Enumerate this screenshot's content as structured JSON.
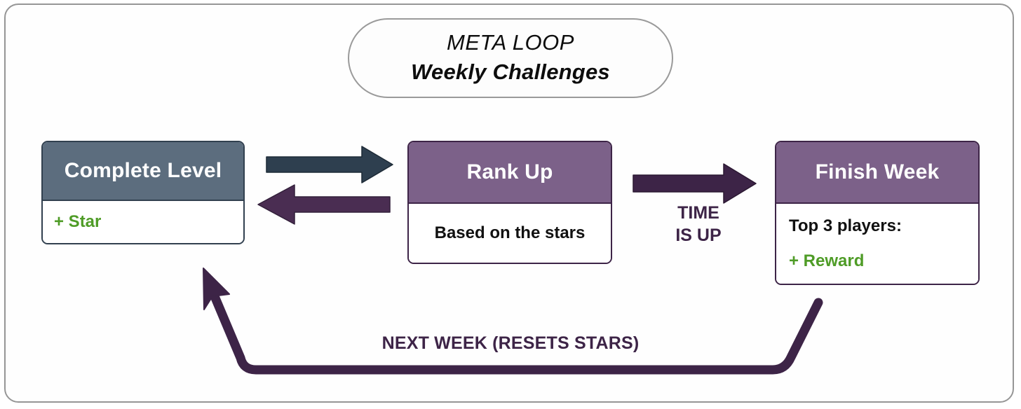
{
  "frame": {
    "border_color": "#969696",
    "background": "#ffffff"
  },
  "header": {
    "name": "meta-loop-pill",
    "line1": "META LOOP",
    "line2": "Weekly Challenges"
  },
  "cards": [
    {
      "id": "complete",
      "title": "Complete Level",
      "header_color": "#5c6d7e",
      "border_color": "#31404f",
      "body": [
        {
          "text": "+ Star",
          "color": "#4f9c27"
        }
      ]
    },
    {
      "id": "rank",
      "title": "Rank Up",
      "header_color": "#7c6189",
      "border_color": "#3d2447",
      "body": [
        {
          "text": "Based on the stars",
          "color": "#111111"
        }
      ]
    },
    {
      "id": "finish",
      "title": "Finish Week",
      "header_color": "#7c6189",
      "border_color": "#3d2447",
      "body": [
        {
          "text": "Top 3 players:",
          "color": "#111111"
        },
        {
          "text": "+ Reward",
          "color": "#4f9c27"
        }
      ]
    }
  ],
  "arrows": {
    "complete_to_rank": {
      "name": "arrow-complete-to-rank",
      "color": "#2e3f4f",
      "direction": "right"
    },
    "rank_to_complete": {
      "name": "arrow-rank-to-complete",
      "color": "#4a2d52",
      "direction": "left"
    },
    "rank_to_finish": {
      "name": "arrow-rank-to-finish",
      "color": "#3d2447",
      "direction": "right",
      "label_line1": "TIME",
      "label_line2": "IS UP"
    },
    "finish_to_complete": {
      "name": "arrow-finish-to-complete",
      "color": "#3d2447",
      "direction": "up-left",
      "label": "NEXT WEEK (RESETS STARS)"
    }
  },
  "palette": {
    "slate": "#5c6d7e",
    "slate_dark": "#31404f",
    "purple": "#7c6189",
    "purple_dark": "#3d2447",
    "green": "#4f9c27",
    "frame_gray": "#969696"
  }
}
